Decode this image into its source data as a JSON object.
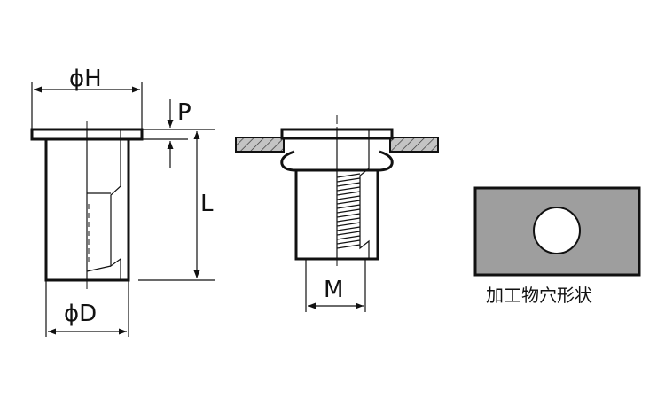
{
  "labels": {
    "phi_h": "ϕH",
    "p": "P",
    "l": "L",
    "phi_d": "ϕD",
    "m": "M",
    "hole_caption": "加工物穴形状"
  },
  "colors": {
    "line": "#111111",
    "plate_fill": "#bdbdbd",
    "panel_fill": "#9e9e9e",
    "hole_fill": "#ffffff",
    "background": "#ffffff"
  }
}
